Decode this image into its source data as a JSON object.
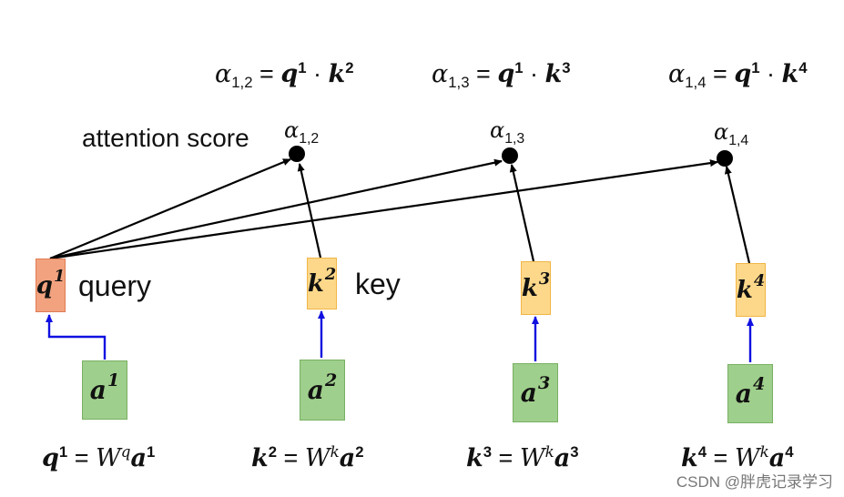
{
  "labels": {
    "attention_score": "attention score",
    "query": "query",
    "key": "key"
  },
  "symbols": {
    "alpha": "α",
    "dot": "·",
    "equals": "=",
    "W": "W",
    "q": "q",
    "k": "k",
    "a": "a"
  },
  "top_equations": [
    {
      "sub": "1,2",
      "q_sup": "1",
      "k_sup": "2"
    },
    {
      "sub": "1,3",
      "q_sup": "1",
      "k_sup": "3"
    },
    {
      "sub": "1,4",
      "q_sup": "1",
      "k_sup": "4"
    }
  ],
  "score_nodes": [
    {
      "sub": "1,2"
    },
    {
      "sub": "1,3"
    },
    {
      "sub": "1,4"
    }
  ],
  "query_box": {
    "letter": "q",
    "sup": "1"
  },
  "key_boxes": [
    {
      "letter": "k",
      "sup": "2"
    },
    {
      "letter": "k",
      "sup": "3"
    },
    {
      "letter": "k",
      "sup": "4"
    }
  ],
  "input_boxes": [
    {
      "letter": "a",
      "sup": "1"
    },
    {
      "letter": "a",
      "sup": "2"
    },
    {
      "letter": "a",
      "sup": "3"
    },
    {
      "letter": "a",
      "sup": "4"
    }
  ],
  "bottom_equations": [
    {
      "lhs": "q",
      "lhs_sup": "1",
      "w_sup": "q",
      "a_sup": "1"
    },
    {
      "lhs": "k",
      "lhs_sup": "2",
      "w_sup": "k",
      "a_sup": "2"
    },
    {
      "lhs": "k",
      "lhs_sup": "3",
      "w_sup": "k",
      "a_sup": "3"
    },
    {
      "lhs": "k",
      "lhs_sup": "4",
      "w_sup": "k",
      "a_sup": "4"
    }
  ],
  "watermark": "CSDN @胖虎记录学习",
  "colors": {
    "query_fill": "#f2a27f",
    "key_fill": "#fdd88a",
    "input_fill": "#9fcf8c",
    "arrow_black": "#000000",
    "arrow_blue": "#1010e0"
  }
}
